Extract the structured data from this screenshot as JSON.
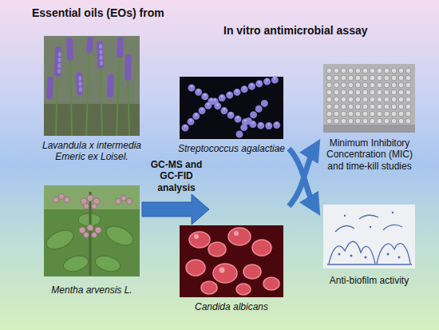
{
  "diagram": {
    "labels": [
      "Essential oils (EOs) from",
      "In vitro antimicrobial assay",
      "Lavandula x intermedia Emeric ex Loisel.",
      "Mentha arvensis L.",
      "GC-MS and GC-FID analysis",
      "Streptococcus agalactiae",
      "Candida albicans",
      "Minimum Inhibitory Concentration (MIC) and time-kill studies",
      "Anti-biofilm activity"
    ]
  }
}
